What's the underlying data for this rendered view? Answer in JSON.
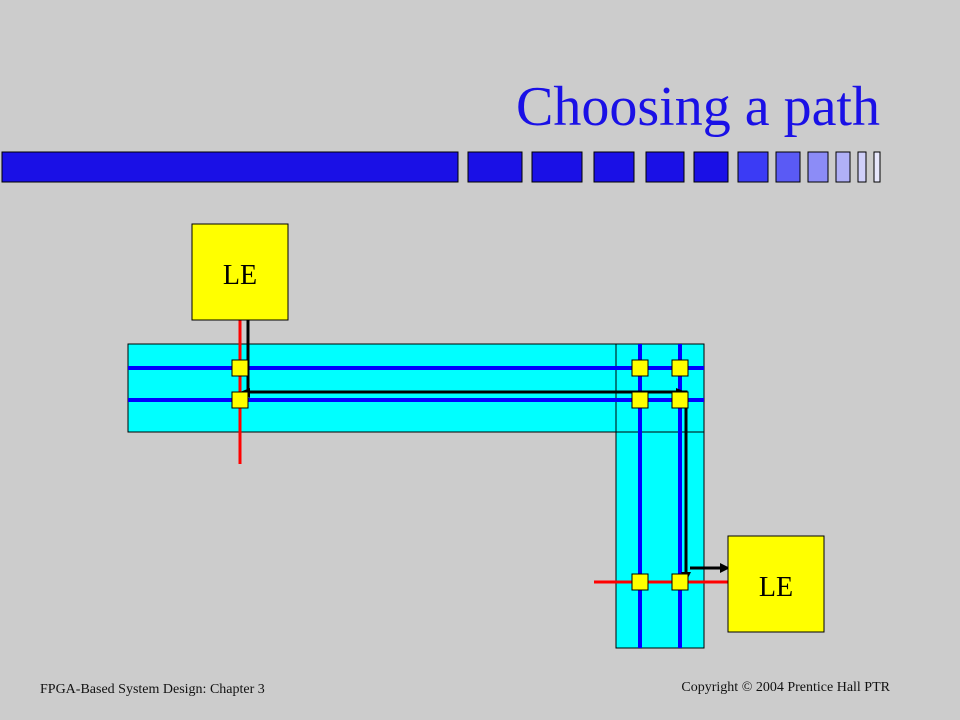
{
  "slide": {
    "title": "Choosing a path",
    "footer_left": "FPGA-Based System Design: Chapter 3",
    "footer_right": "Copyright © 2004 Prentice Hall PTR"
  },
  "diagram": {
    "le_top_label": "LE",
    "le_bottom_label": "LE"
  },
  "colors": {
    "title": "#1a10e6",
    "channel_fill": "#00ffff",
    "track_wire": "#0000ff",
    "le_fill": "#ffff00",
    "pin_wire": "#ff0000",
    "path": "#000000",
    "switch_fill": "#ffff00"
  }
}
